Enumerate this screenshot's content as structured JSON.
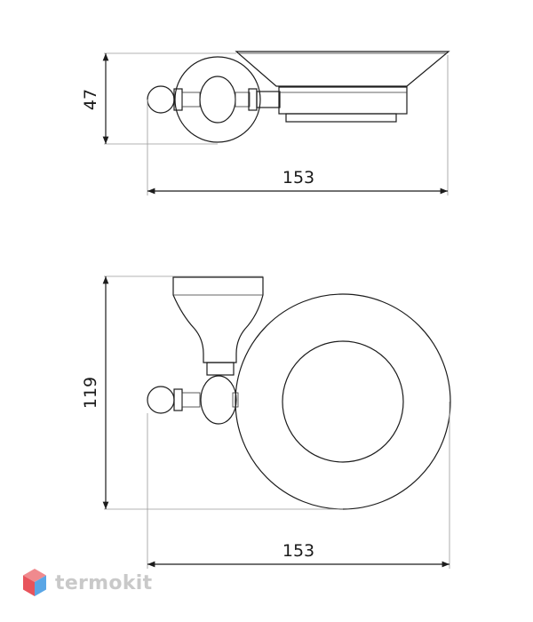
{
  "dimensions": {
    "top_height": "47",
    "top_width": "153",
    "bottom_height": "119",
    "bottom_width": "153"
  },
  "watermark": {
    "text": "termokit",
    "icon": "hexagon-cube-logo-icon",
    "colors": [
      "#e8545c",
      "#5aa6e6",
      "#c9c9c9"
    ]
  },
  "colors": {
    "line": "#1c1c1c",
    "extension": "#9a9a9a",
    "background": "#ffffff"
  }
}
